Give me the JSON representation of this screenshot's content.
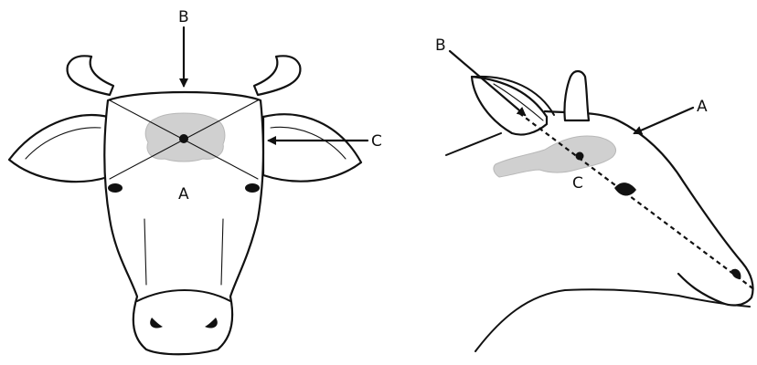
{
  "front_view": {
    "label_a": "A",
    "label_b": "B",
    "label_c": "C"
  },
  "side_view": {
    "label_a": "A",
    "label_b": "B",
    "label_c": "C"
  },
  "colors": {
    "line": "#111111",
    "brain": "#d0d0d0",
    "background": "#ffffff"
  }
}
